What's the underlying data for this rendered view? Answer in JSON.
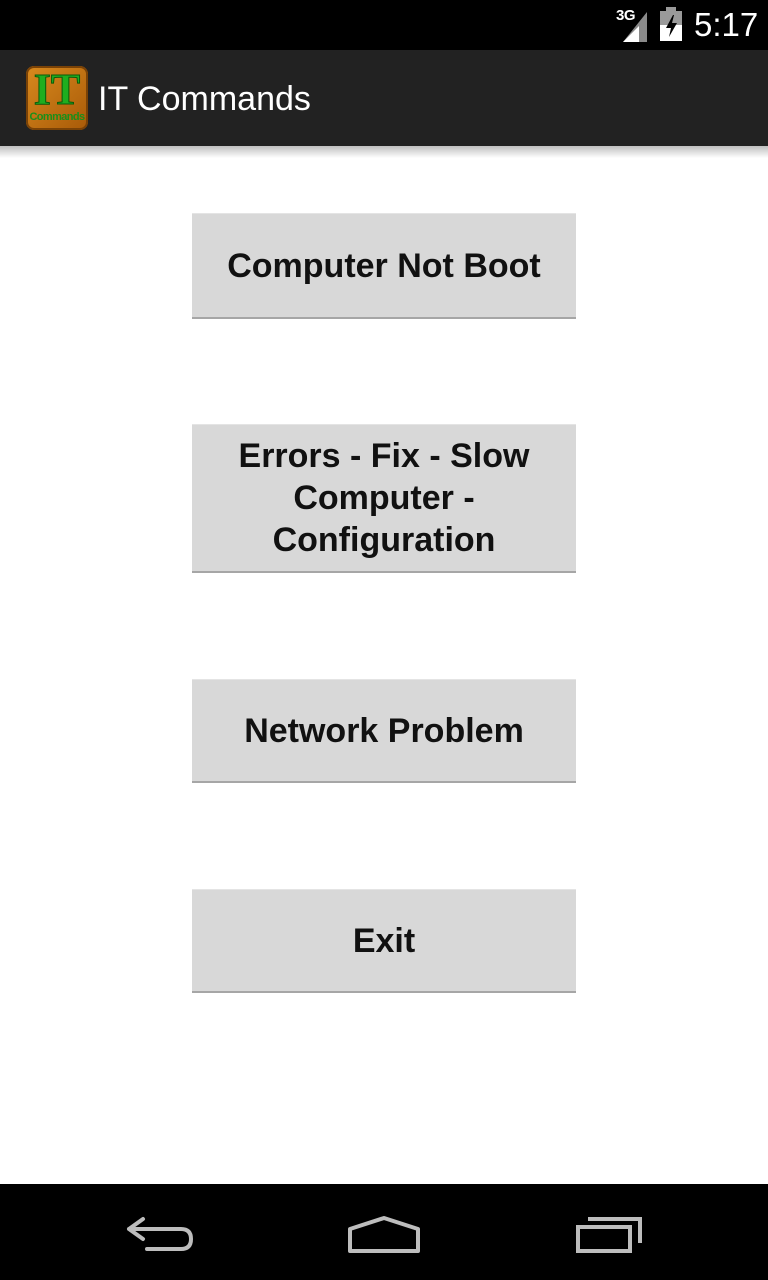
{
  "status_bar": {
    "network": "3G",
    "time": "5:17"
  },
  "action_bar": {
    "logo_main": "IT",
    "logo_sub": "Commands",
    "title": "IT Commands"
  },
  "menu": {
    "buttons": [
      {
        "label": "Computer Not Boot"
      },
      {
        "label": "Errors - Fix - Slow Computer - Configuration"
      },
      {
        "label": "Network Problem"
      },
      {
        "label": "Exit"
      }
    ]
  },
  "nav_bar": {
    "icons": [
      "back-icon",
      "home-icon",
      "recent-apps-icon"
    ]
  },
  "colors": {
    "status_bar": "#000000",
    "action_bar": "#222222",
    "button_bg": "#d8d8d8",
    "button_text": "#111111",
    "logo_bg": "#c87a14",
    "logo_text": "#1fae1f"
  }
}
